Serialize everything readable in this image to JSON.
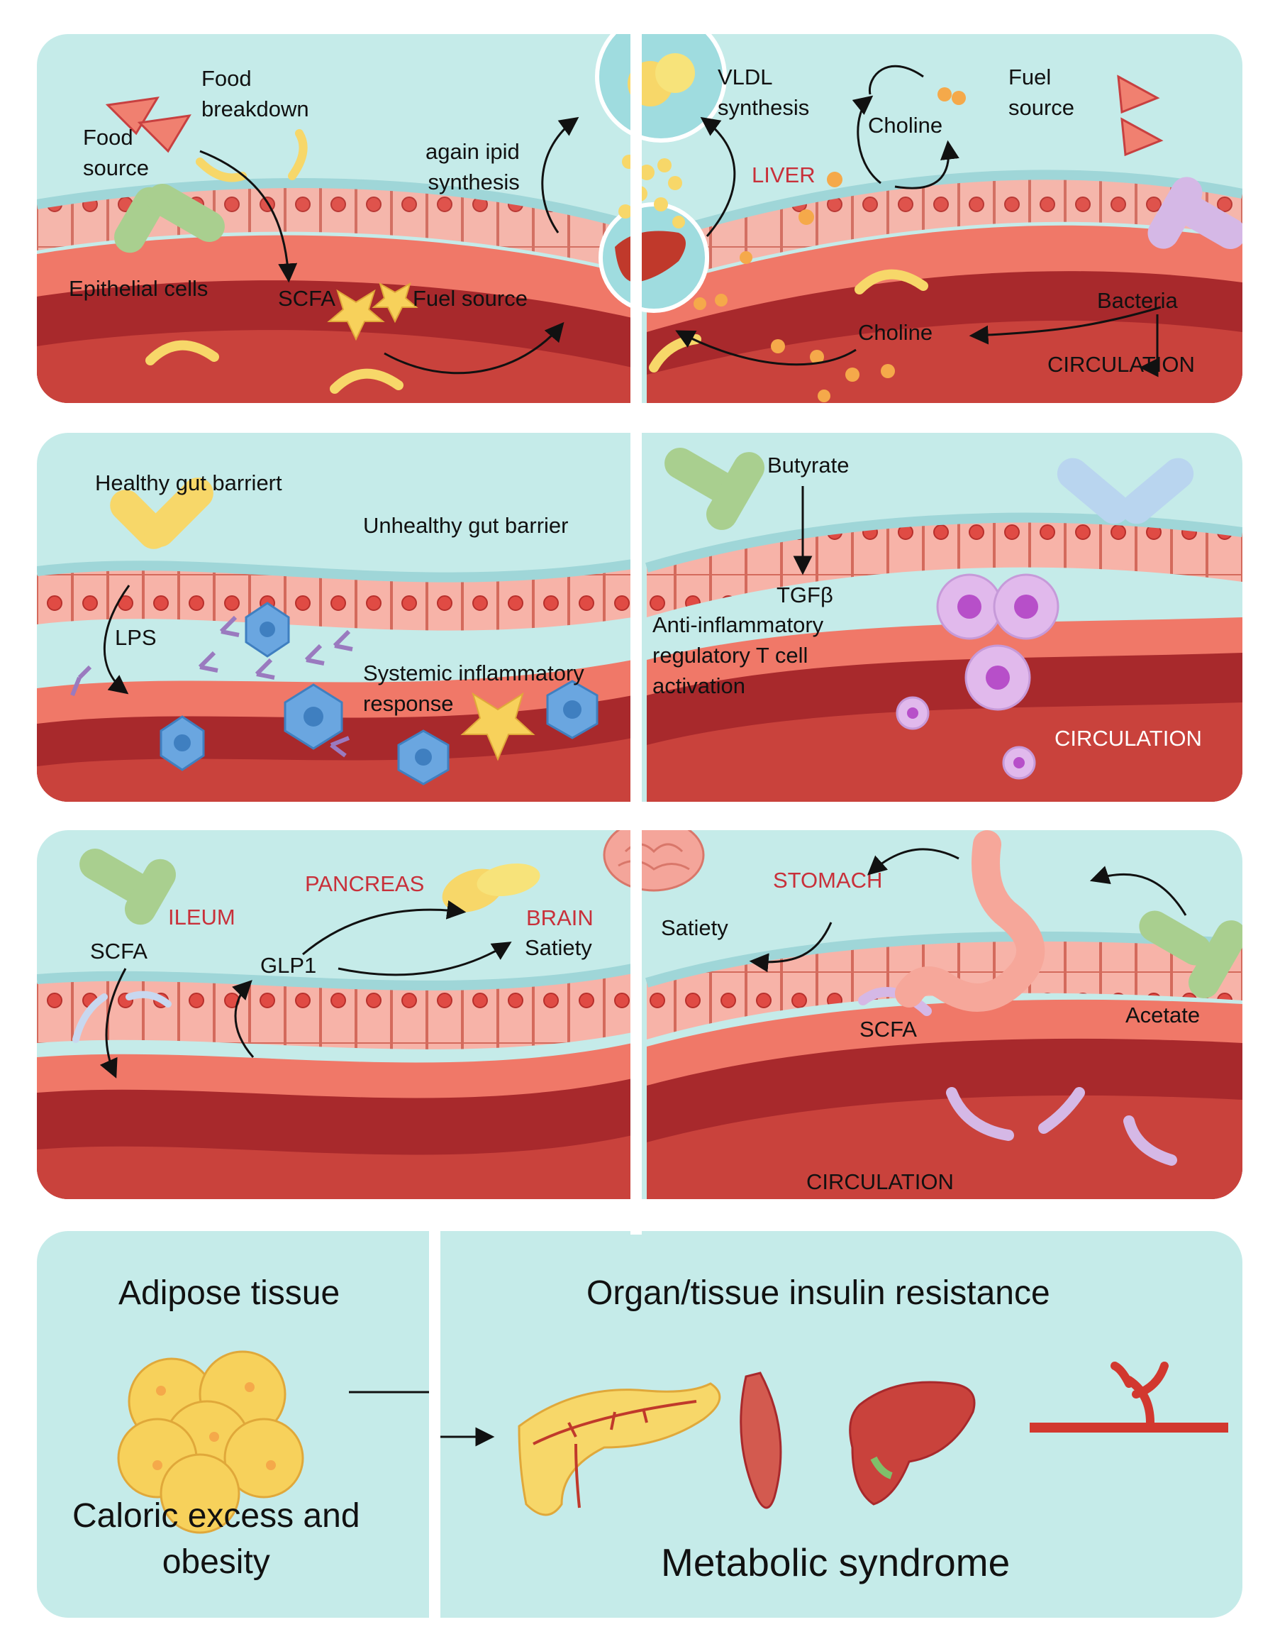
{
  "panel1": {
    "food_breakdown": "Food\nbreakdown",
    "food_source": "Food\nsource",
    "epithelial_cells": "Epithelial cells",
    "scfa": "SCFA",
    "fuel_source_left": "Fuel source",
    "again_lipid_synthesis": "again ipid\nsynthesis",
    "vldl_synthesis": "VLDL\nsynthesis",
    "liver": "LIVER",
    "choline_top": "Choline",
    "fuel_source_right": "Fuel\nsource",
    "bacteria": "Bacteria",
    "choline_bottom": "Choline",
    "circulation": "CIRCULATION"
  },
  "panel2": {
    "healthy_gut_barrier": "Healthy gut barriert",
    "unhealthy_gut_barrier": "Unhealthy gut barrier",
    "lps": "LPS",
    "systemic_inflammatory_response": "Systemic inflammatory\nresponse",
    "butyrate": "Butyrate",
    "tgfb": "TGFβ",
    "anti_inflammatory": "Anti-inflammatory\nregulatory T cell\nactivation",
    "circulation": "CIRCULATION"
  },
  "panel3": {
    "ileum": "ILEUM",
    "scfa_left": "SCFA",
    "pancreas": "PANCREAS",
    "glp1": "GLP1",
    "brain": "BRAIN",
    "satiety_left": "Satiety",
    "stomach": "STOMACH",
    "satiety_right": "Satiety",
    "scfa_right": "SCFA",
    "acetate": "Acetate",
    "circulation": "CIRCULATION"
  },
  "panel4": {
    "adipose_tissue": "Adipose tissue",
    "caloric_excess": "Caloric excess and\nobesity",
    "insulin_resistance": "Organ/tissue insulin resistance",
    "metabolic_syndrome": "Metabolic syndrome"
  },
  "colors": {
    "panel_bg": "#c5ebe9",
    "epithelium": "#f5a89c",
    "vessel_dark": "#a8292c",
    "accent_red": "#c8303a"
  }
}
